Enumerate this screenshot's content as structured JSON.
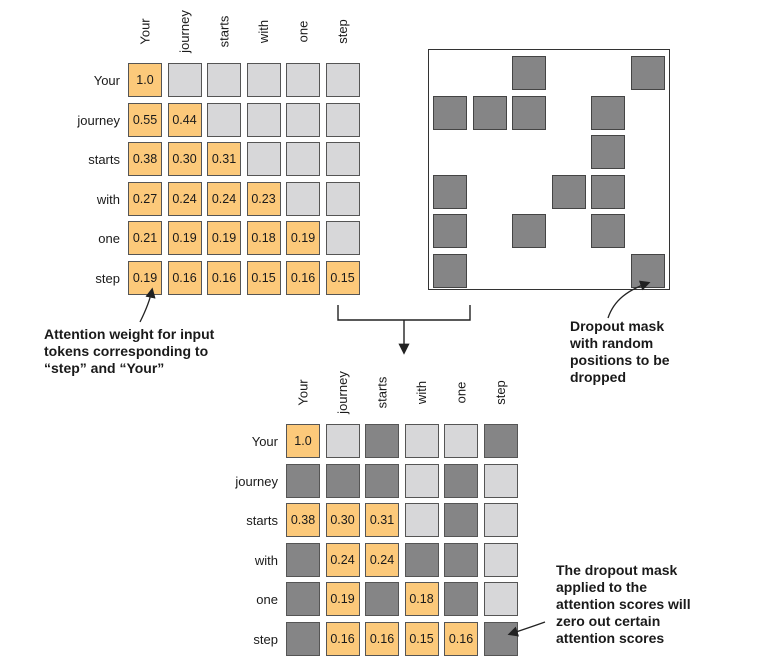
{
  "tokens": [
    "Your",
    "journey",
    "starts",
    "with",
    "one",
    "step"
  ],
  "top_matrix": [
    [
      "1.0",
      "",
      "",
      "",
      "",
      ""
    ],
    [
      "0.55",
      "0.44",
      "",
      "",
      "",
      ""
    ],
    [
      "0.38",
      "0.30",
      "0.31",
      "",
      "",
      ""
    ],
    [
      "0.27",
      "0.24",
      "0.24",
      "0.23",
      "",
      ""
    ],
    [
      "0.21",
      "0.19",
      "0.19",
      "0.18",
      "0.19",
      ""
    ],
    [
      "0.19",
      "0.16",
      "0.16",
      "0.15",
      "0.16",
      "0.15"
    ]
  ],
  "dropout_mask": [
    [
      0,
      0,
      1,
      0,
      0,
      1
    ],
    [
      1,
      1,
      1,
      0,
      1,
      0
    ],
    [
      0,
      0,
      0,
      0,
      1,
      0
    ],
    [
      1,
      0,
      0,
      1,
      1,
      0
    ],
    [
      1,
      0,
      1,
      0,
      1,
      0
    ],
    [
      1,
      0,
      0,
      0,
      0,
      1
    ]
  ],
  "bottom_matrix": [
    [
      "1.0",
      "",
      "",
      "",
      "",
      ""
    ],
    [
      "",
      "",
      "",
      "",
      "",
      ""
    ],
    [
      "0.38",
      "0.30",
      "0.31",
      "",
      "",
      ""
    ],
    [
      "",
      "0.24",
      "0.24",
      "",
      "",
      ""
    ],
    [
      "",
      "0.19",
      "",
      "0.18",
      "",
      ""
    ],
    [
      "",
      "0.16",
      "0.16",
      "0.15",
      "0.16",
      ""
    ]
  ],
  "annotations": {
    "attention_weight": "Attention weight for input\ntokens corresponding to\n“step” and “Your”",
    "dropout_mask": "Dropout mask\nwith random\npositions to be\ndropped",
    "mask_applied": "The dropout mask\napplied to the\nattention scores will\nzero out certain\nattention scores"
  },
  "colors": {
    "weight": "#fcc97a",
    "empty": "#d7d7d9",
    "dropped": "#858586"
  }
}
